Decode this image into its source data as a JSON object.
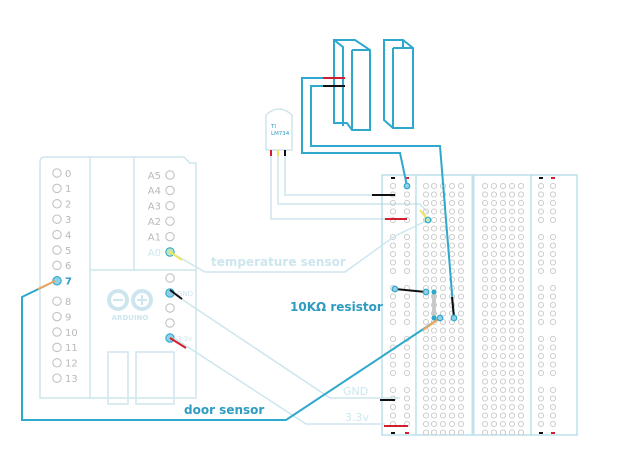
{
  "diagram": {
    "title": "Arduino door and temperature sensor wiring",
    "colors": {
      "outline": "#cde6ee",
      "wire": "#2ea8cc",
      "wire_light": "#cde6ee",
      "hole": "#c8c8c8",
      "black": "#111111",
      "red": "#d21f2f",
      "yellow": "#f2e35a",
      "orange": "#f2a55a",
      "label_dark": "#2e9bc2",
      "label_light": "#cde6ee",
      "pin_label": "#b9b9b9",
      "highlight": "#2ea8cc"
    },
    "labels": {
      "temperature_sensor": "temperature sensor",
      "resistor": "10KΩ resistor",
      "door_sensor": "door sensor",
      "gnd": "GND",
      "v33": "3.3v"
    },
    "arduino": {
      "logo_text": "ARDUINO",
      "digital_pins": [
        "0",
        "1",
        "2",
        "3",
        "4",
        "5",
        "6",
        "7",
        "8",
        "9",
        "10",
        "11",
        "12",
        "13"
      ],
      "analog_pins": [
        "A5",
        "A4",
        "A3",
        "A2",
        "A1",
        "A0"
      ],
      "power_pins": [
        "",
        "GND",
        "",
        "",
        "3.3v"
      ],
      "active_digital": "7",
      "active_analog": "A0"
    },
    "sensor": {
      "line1": "TI",
      "line2": "LM734"
    }
  }
}
